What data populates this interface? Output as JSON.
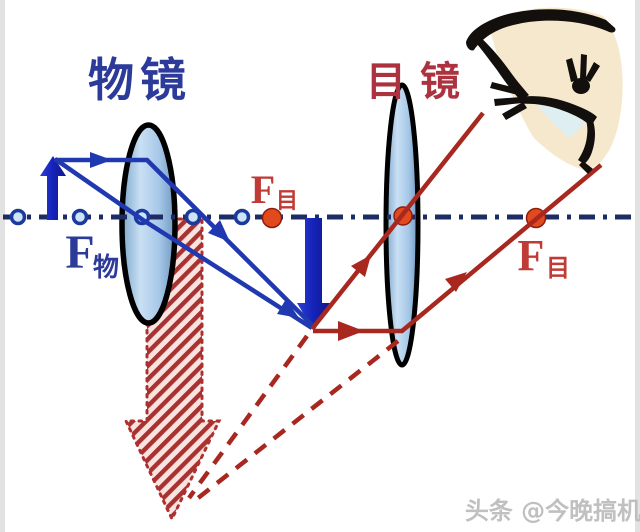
{
  "figure": {
    "title_context": "telescope ray diagram",
    "labels": {
      "objective": "物镜",
      "eyepiece": "目镜",
      "f_symbol": "F",
      "sub_objective": "物",
      "sub_eye": "目"
    },
    "watermark": "头条 @今晚搞机",
    "icons": {
      "object-arrow": "thick blue up arrow (object)",
      "real-image-arrow": "thick blue down arrow (real image)",
      "virtual-image-arrow": "large hatched red down arrow (virtual image)",
      "eye-sketch": "ink brush drawing of human eye",
      "axis": "dash-dot optical axis",
      "focal-dots": "axis marker dots"
    },
    "colors": {
      "blue_arrow": "#1c2fb5",
      "blue_ray": "#2038b0",
      "label_blue": "#2c3a9a",
      "axis_navy": "#1e2c66",
      "dot_ring_blue": "#1c3a9e",
      "dot_fill_light": "#cde3f6",
      "orange_dot": "#e2491c",
      "red_ray": "#a82820",
      "label_red": "#c03a36",
      "eyepiece_label_red": "#ac3240",
      "hatch_stripe": "#a83232",
      "hatch_bg": "#f9e3de",
      "lens_fill": "#aecdea",
      "lens_outline": "#000000",
      "eye_cream": "#f6e8cd",
      "eye_blue": "#dfeef0",
      "watermark_gray": "#bdbdbd"
    }
  }
}
